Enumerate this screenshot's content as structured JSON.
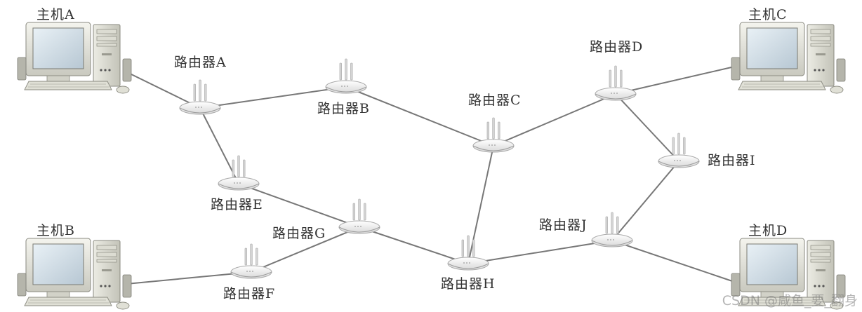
{
  "hosts": [
    {
      "id": "A",
      "label": "主机A"
    },
    {
      "id": "B",
      "label": "主机B"
    },
    {
      "id": "C",
      "label": "主机C"
    },
    {
      "id": "D",
      "label": "主机D"
    }
  ],
  "routers": [
    {
      "id": "A",
      "label": "路由器A"
    },
    {
      "id": "B",
      "label": "路由器B"
    },
    {
      "id": "C",
      "label": "路由器C"
    },
    {
      "id": "D",
      "label": "路由器D"
    },
    {
      "id": "E",
      "label": "路由器E"
    },
    {
      "id": "F",
      "label": "路由器F"
    },
    {
      "id": "G",
      "label": "路由器G"
    },
    {
      "id": "H",
      "label": "路由器H"
    },
    {
      "id": "I",
      "label": "路由器I"
    },
    {
      "id": "J",
      "label": "路由器J"
    }
  ],
  "links": [
    [
      "host-A",
      "router-A"
    ],
    [
      "router-A",
      "router-B"
    ],
    [
      "router-A",
      "router-E"
    ],
    [
      "router-B",
      "router-C"
    ],
    [
      "router-C",
      "router-D"
    ],
    [
      "router-C",
      "router-H"
    ],
    [
      "router-D",
      "host-C"
    ],
    [
      "router-D",
      "router-I"
    ],
    [
      "router-E",
      "router-G"
    ],
    [
      "router-G",
      "router-F"
    ],
    [
      "router-F",
      "host-B"
    ],
    [
      "router-G",
      "router-H"
    ],
    [
      "router-H",
      "router-J"
    ],
    [
      "router-J",
      "router-I"
    ],
    [
      "router-J",
      "host-D"
    ]
  ],
  "watermark": "CSDN @咸鱼_要_翻身",
  "colors": {
    "link": "#777777",
    "label": "#333333"
  }
}
